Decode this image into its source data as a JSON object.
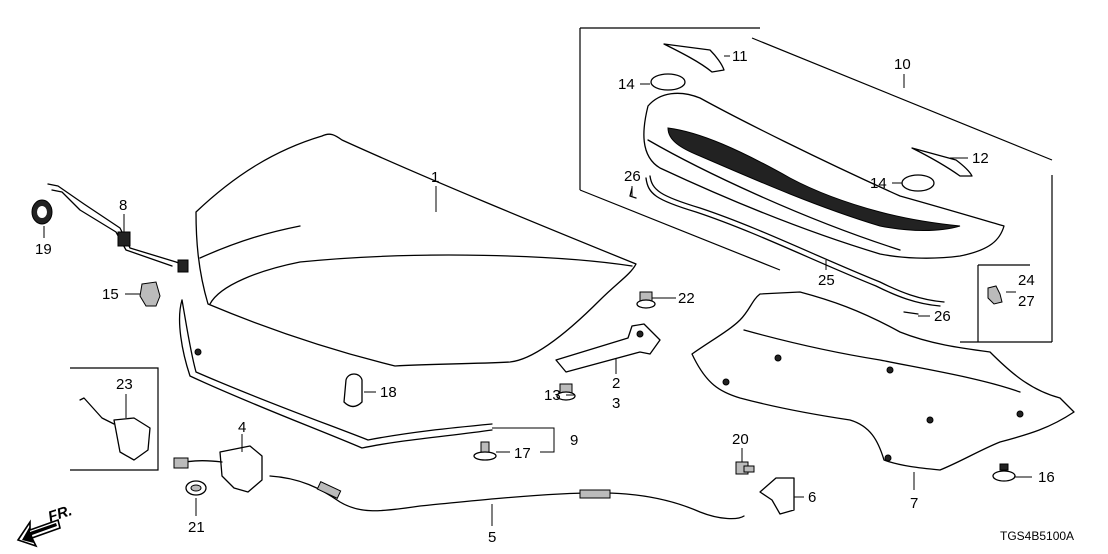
{
  "callouts": {
    "c1": "1",
    "c2": "2",
    "c3": "3",
    "c4": "4",
    "c5": "5",
    "c6": "6",
    "c7": "7",
    "c8": "8",
    "c9": "9",
    "c10": "10",
    "c11": "11",
    "c12": "12",
    "c13": "13",
    "c14a": "14",
    "c14b": "14",
    "c15": "15",
    "c16": "16",
    "c17": "17",
    "c18": "18",
    "c19": "19",
    "c20": "20",
    "c21": "21",
    "c22": "22",
    "c23": "23",
    "c24": "24",
    "c25": "25",
    "c26a": "26",
    "c26b": "26",
    "c27": "27"
  },
  "direction_label": "FR.",
  "diagram_code": "TGS4B5100A"
}
